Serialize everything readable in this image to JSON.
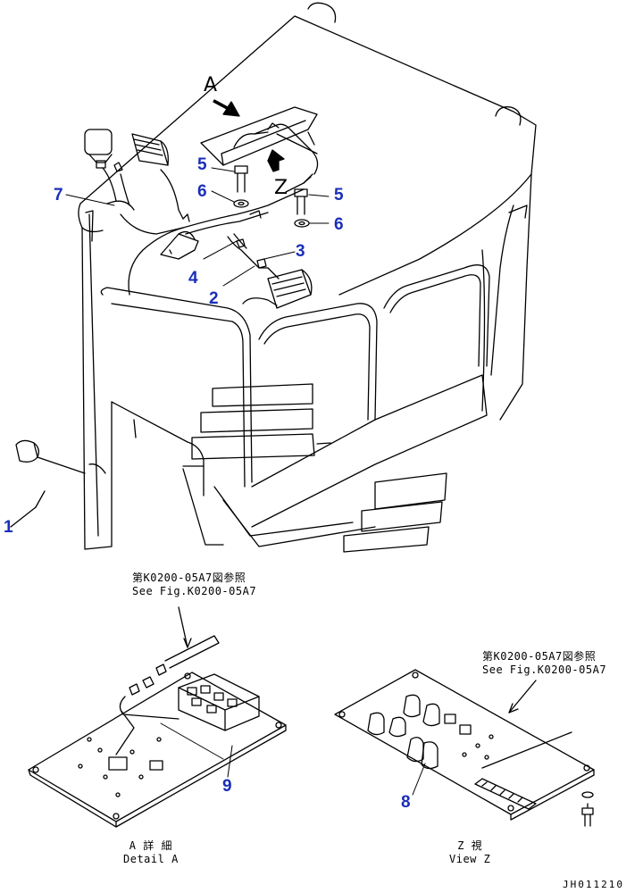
{
  "view_letters": {
    "a": "A",
    "z": "Z"
  },
  "callouts": [
    {
      "id": "c1",
      "label": "1"
    },
    {
      "id": "c2",
      "label": "2"
    },
    {
      "id": "c3",
      "label": "3"
    },
    {
      "id": "c4",
      "label": "4"
    },
    {
      "id": "c5a",
      "label": "5"
    },
    {
      "id": "c5b",
      "label": "5"
    },
    {
      "id": "c6a",
      "label": "6"
    },
    {
      "id": "c6b",
      "label": "6"
    },
    {
      "id": "c7",
      "label": "7"
    },
    {
      "id": "c8",
      "label": "8"
    },
    {
      "id": "c9",
      "label": "9"
    }
  ],
  "reference_a": {
    "jp": "第K0200-05A7図参照",
    "en": "See Fig.K0200-05A7"
  },
  "reference_z": {
    "jp": "第K0200-05A7図参照",
    "en": "See Fig.K0200-05A7"
  },
  "detail_a_caption": {
    "jp": "A 詳 細",
    "en": "Detail A"
  },
  "view_z_caption": {
    "jp": "Z 視",
    "en": "View Z"
  },
  "drawing_id": "JH011210"
}
